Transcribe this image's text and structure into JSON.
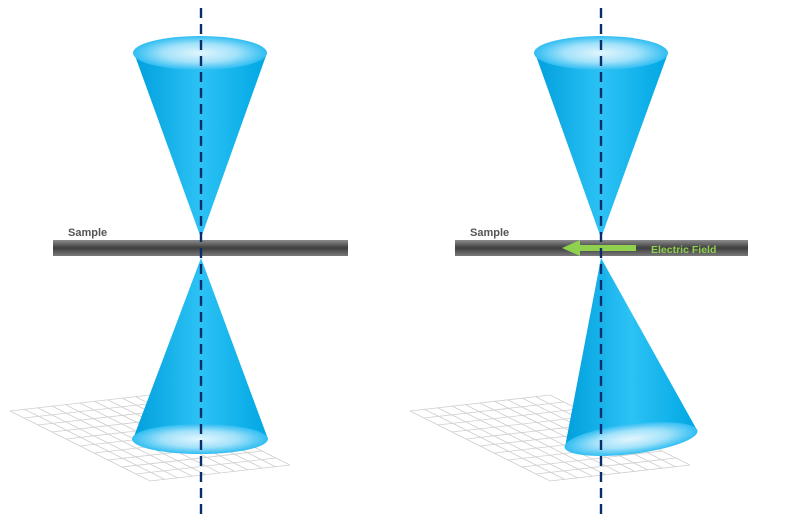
{
  "panels": [
    {
      "sample_label": "Sample"
    },
    {
      "sample_label": "Sample",
      "field_label": "Electric Field"
    }
  ],
  "colors": {
    "cone": "#00b4f0",
    "axis": "#0b2d6e",
    "slab": "#4a4a4a",
    "field_arrow": "#8fd14f",
    "grid": "#c8c8c8"
  }
}
